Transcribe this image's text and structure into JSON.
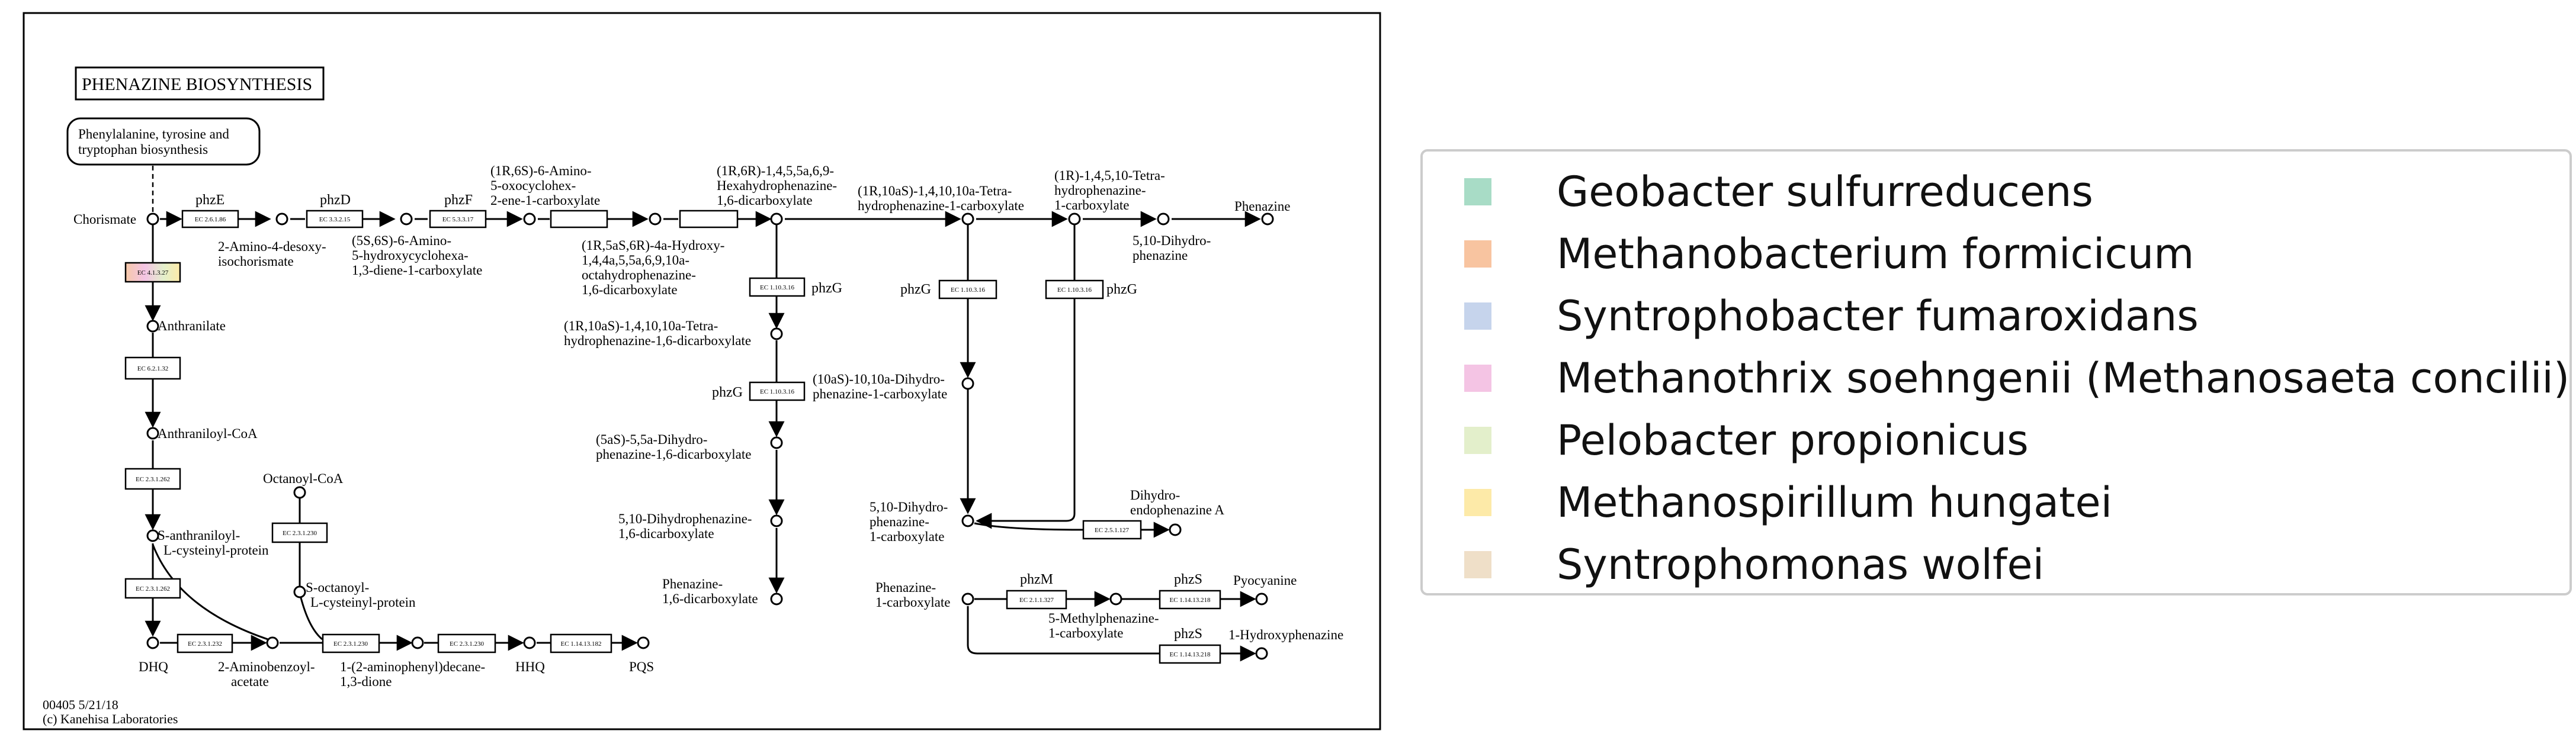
{
  "diagram": {
    "title": "PHENAZINE BIOSYNTHESIS",
    "footer": [
      "00405 5/21/18",
      "(c) Kanehisa Laboratories"
    ],
    "pathway_link": [
      "Phenylalanine, tyrosine and",
      "tryptophan biosynthesis"
    ],
    "compounds": {
      "chorismate": [
        "Chorismate"
      ],
      "amino_deoxy": [
        "2-Amino-4-desoxy-",
        "isochorismate"
      ],
      "amino_hydroxy": [
        "(5S,6S)-6-Amino-",
        "5-hydroxycyclohexa-",
        "1,3-diene-1-carboxylate"
      ],
      "amino_oxo": [
        "(1R,6S)-6-Amino-",
        "5-oxocyclohex-",
        "2-ene-1-carboxylate"
      ],
      "hexahydro": [
        "(1R,6R)-1,4,5,5a,6,9-",
        "Hexahydrophenazine-",
        "1,6-dicarboxylate"
      ],
      "octahydro": [
        "(1R,5aS,6R)-4a-Hydroxy-",
        "1,4,4a,5,5a,6,9,10a-",
        "octahydrophenazine-",
        "1,6-dicarboxylate"
      ],
      "tetrahydro_carb": [
        "(1R,10aS)-1,4,10,10a-Tetra-",
        "hydrophenazine-1-carboxylate"
      ],
      "tetrahydro_dicarb": [
        "(1R,10aS)-1,4,10,10a-Tetra-",
        "hydrophenazine-1,6-dicarboxylate"
      ],
      "dihydro_carb": [
        "(10aS)-10,10a-Dihydro-",
        "phenazine-1-carboxylate"
      ],
      "dihydro_5as": [
        "(5aS)-5,5a-Dihydro-",
        "phenazine-1,6-dicarboxylate"
      ],
      "dihydrophen_dicarb": [
        "5,10-Dihydrophenazine-",
        "1,6-dicarboxylate"
      ],
      "phenazine_dicarb": [
        "Phenazine-",
        "1,6-dicarboxylate"
      ],
      "tetrahydro_1r": [
        "(1R)-1,4,5,10-Tetra-",
        "hydrophenazine-",
        "1-carboxylate"
      ],
      "dihydrophenazine": [
        "5,10-Dihydro-",
        "phenazine"
      ],
      "phenazine": [
        "Phenazine"
      ],
      "dihydro_phen_carb": [
        "5,10-Dihydro-",
        "phenazine-",
        "1-carboxylate"
      ],
      "dihydro_endo": [
        "Dihydro-",
        "endophenazine A"
      ],
      "phenazine_carb": [
        "Phenazine-",
        "1-carboxylate"
      ],
      "methyl_phen": [
        "5-Methylphenazine-",
        "1-carboxylate"
      ],
      "pyocyanine": [
        "Pyocyanine"
      ],
      "hydroxyphen": [
        "1-Hydroxyphenazine"
      ],
      "anthranilate": [
        "Anthranilate"
      ],
      "anthraniloyl_coa": [
        "Anthraniloyl-CoA"
      ],
      "s_anthraniloyl": [
        "S-anthraniloyl-",
        "L-cysteinyl-protein"
      ],
      "octanoyl_coa": [
        "Octanoyl-CoA"
      ],
      "s_octanoyl": [
        "S-octanoyl-",
        "L-cysteinyl-protein"
      ],
      "dhq": [
        "DHQ"
      ],
      "aminobenzoyl": [
        "2-Aminobenzoyl-",
        "acetate"
      ],
      "aminophenyl": [
        "1-(2-aminophenyl)decane-",
        "1,3-dione"
      ],
      "hhq": [
        "HHQ"
      ],
      "pqs": [
        "PQS"
      ]
    },
    "genes": {
      "phzE": "phzE",
      "phzD": "phzD",
      "phzF": "phzF",
      "phzG_a": "phzG",
      "phzG_b": "phzG",
      "phzG_c": "phzG",
      "phzG_d": "phzG",
      "phzM": "phzM",
      "phzS_a": "phzS",
      "phzS_b": "phzS"
    },
    "enzymes": {
      "e1": "EC 2.6.1.86",
      "e2": "EC 3.3.2.15",
      "e3": "EC 5.3.3.17",
      "e4": "",
      "e5": "",
      "e6": "EC 1.10.3.16",
      "e7": "EC 1.10.3.16",
      "e8": "EC 1.10.3.16",
      "e9": "EC 1.10.3.16",
      "e10": "EC 2.5.1.127",
      "e11": "EC 2.1.1.327",
      "e12": "EC 1.14.13.218",
      "e13": "EC 1.14.13.218",
      "e14": "EC 4.1.3.27",
      "e15": "EC 6.2.1.32",
      "e16": "EC 2.3.1.262",
      "e17": "EC 2.3.1.262",
      "e18": "EC 2.3.1.230",
      "e19": "EC 2.3.1.232",
      "e20": "EC 2.3.1.230",
      "e21": "EC 2.3.1.230",
      "e22": "EC 1.14.13.182"
    },
    "highlight_colors": [
      "#f6c8a8",
      "#f4c4e4",
      "#e3efcb",
      "#fdeaa8"
    ]
  },
  "legend": {
    "items": [
      {
        "label": "Geobacter sulfurreducens",
        "color": "#a8dcc6"
      },
      {
        "label": "Methanobacterium formicicum",
        "color": "#f8c4a0"
      },
      {
        "label": "Syntrophobacter fumaroxidans",
        "color": "#c6d4ec"
      },
      {
        "label": "Methanothrix soehngenii (Methanosaeta concilii)",
        "color": "#f4c4e4"
      },
      {
        "label": "Pelobacter propionicus",
        "color": "#e3efcb"
      },
      {
        "label": "Methanospirillum hungatei",
        "color": "#fdeaa8"
      },
      {
        "label": "Syntrophomonas wolfei",
        "color": "#efdfc8"
      }
    ]
  }
}
